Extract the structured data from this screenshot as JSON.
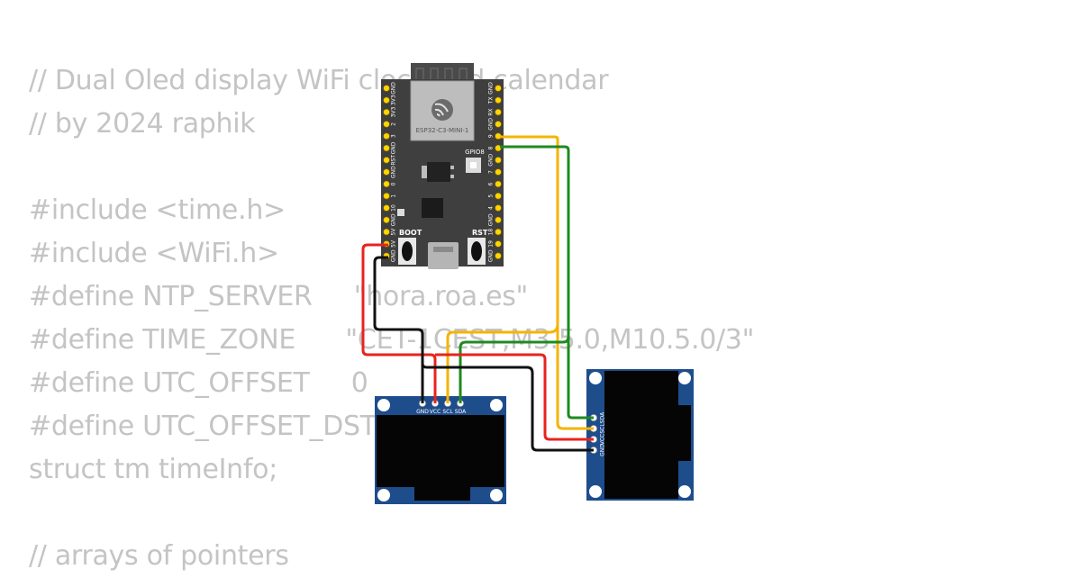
{
  "code_lines": [
    "// Dual Oled display WiFi clock and calendar",
    "// by 2024 raphik",
    "",
    "#include <time.h>",
    "#include <WiFi.h>",
    "#define NTP_SERVER     \"hora.roa.es\"",
    "#define TIME_ZONE      \"CET-1CEST,M3.5.0,M10.5.0/3\"",
    "#define UTC_OFFSET     0",
    "#define UTC_OFFSET_DST 0",
    "struct tm timeInfo;",
    "",
    "// arrays of pointers"
  ],
  "board": {
    "module_label": "ESP32-C3-MINI-1",
    "gpio_label": "GPIO8",
    "boot_label": "BOOT",
    "rst_label": "RST",
    "left_pins": [
      "GND",
      "3V3",
      "3V3",
      "2",
      "3",
      "GND",
      "RST",
      "GND",
      "0",
      "1",
      "10",
      "GND",
      "5V",
      "5V",
      "GND"
    ],
    "right_pins": [
      "GND",
      "TX",
      "RX",
      "GND",
      "9",
      "8",
      "GND",
      "7",
      "6",
      "5",
      "4",
      "GND",
      "18",
      "19",
      "GND"
    ]
  },
  "display_bottom": {
    "pins": [
      "GND",
      "VCC",
      "SCL",
      "SDA"
    ]
  },
  "display_right": {
    "pins": [
      "GND",
      "VCC",
      "SCL",
      "SDA"
    ]
  },
  "colors": {
    "board": "#3f3f3f",
    "pin": "#ffd400",
    "display_pcb": "#1e4d8c",
    "wire_red": "#e8231e",
    "wire_black": "#111111",
    "wire_yellow": "#f4b400",
    "wire_green": "#1f8a1f",
    "code_text": "#c4c4c4"
  }
}
